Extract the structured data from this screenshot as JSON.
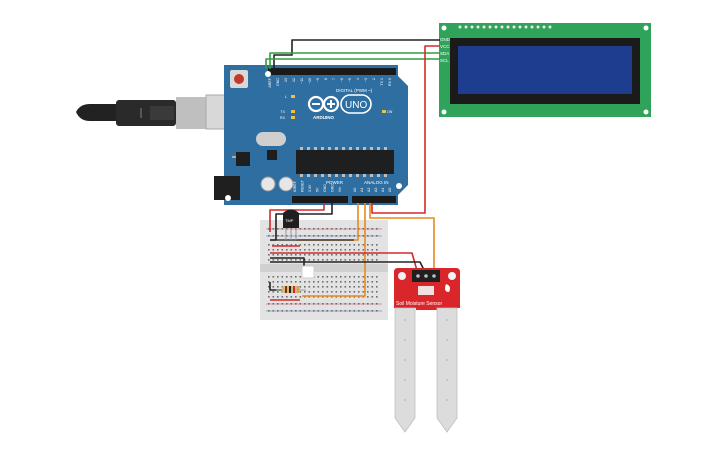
{
  "arduino": {
    "brand": "ARDUINO",
    "model": "UNO",
    "digital_label": "DIGITAL (PWM ~)",
    "power_label": "POWER",
    "analog_label": "ANALOG IN",
    "header_top_pins": [
      "AREF",
      "GND",
      "13",
      "12",
      "~11",
      "~10",
      "~9",
      "8",
      "7",
      "~6",
      "~5",
      "4",
      "~3",
      "2",
      "TX 1",
      "RX 0"
    ],
    "header_power_pins": [
      "IOREF",
      "RESET",
      "3.3V",
      "5V",
      "GND",
      "GND",
      "Vin"
    ],
    "header_analog_pins": [
      "A0",
      "A1",
      "A2",
      "A3",
      "A4",
      "A5"
    ],
    "led_labels": [
      "L",
      "TX",
      "RX",
      "ON"
    ]
  },
  "lcd": {
    "pins": [
      "GND",
      "VCC",
      "SDA",
      "SCL"
    ]
  },
  "sensor": {
    "label": "Soil Moisture Sensor"
  },
  "tmp": {
    "label": "TMP"
  },
  "colors": {
    "board": "#2f6ea0",
    "lcd_pcb": "#2fa35a",
    "lcd_screen": "#1d3d8f",
    "sensor_pcb": "#d8262a",
    "wire_red": "#d42a2a",
    "wire_black": "#222222",
    "wire_green": "#2e9e3e",
    "wire_orange": "#e88a1a",
    "breadboard": "#e3e3e3"
  }
}
